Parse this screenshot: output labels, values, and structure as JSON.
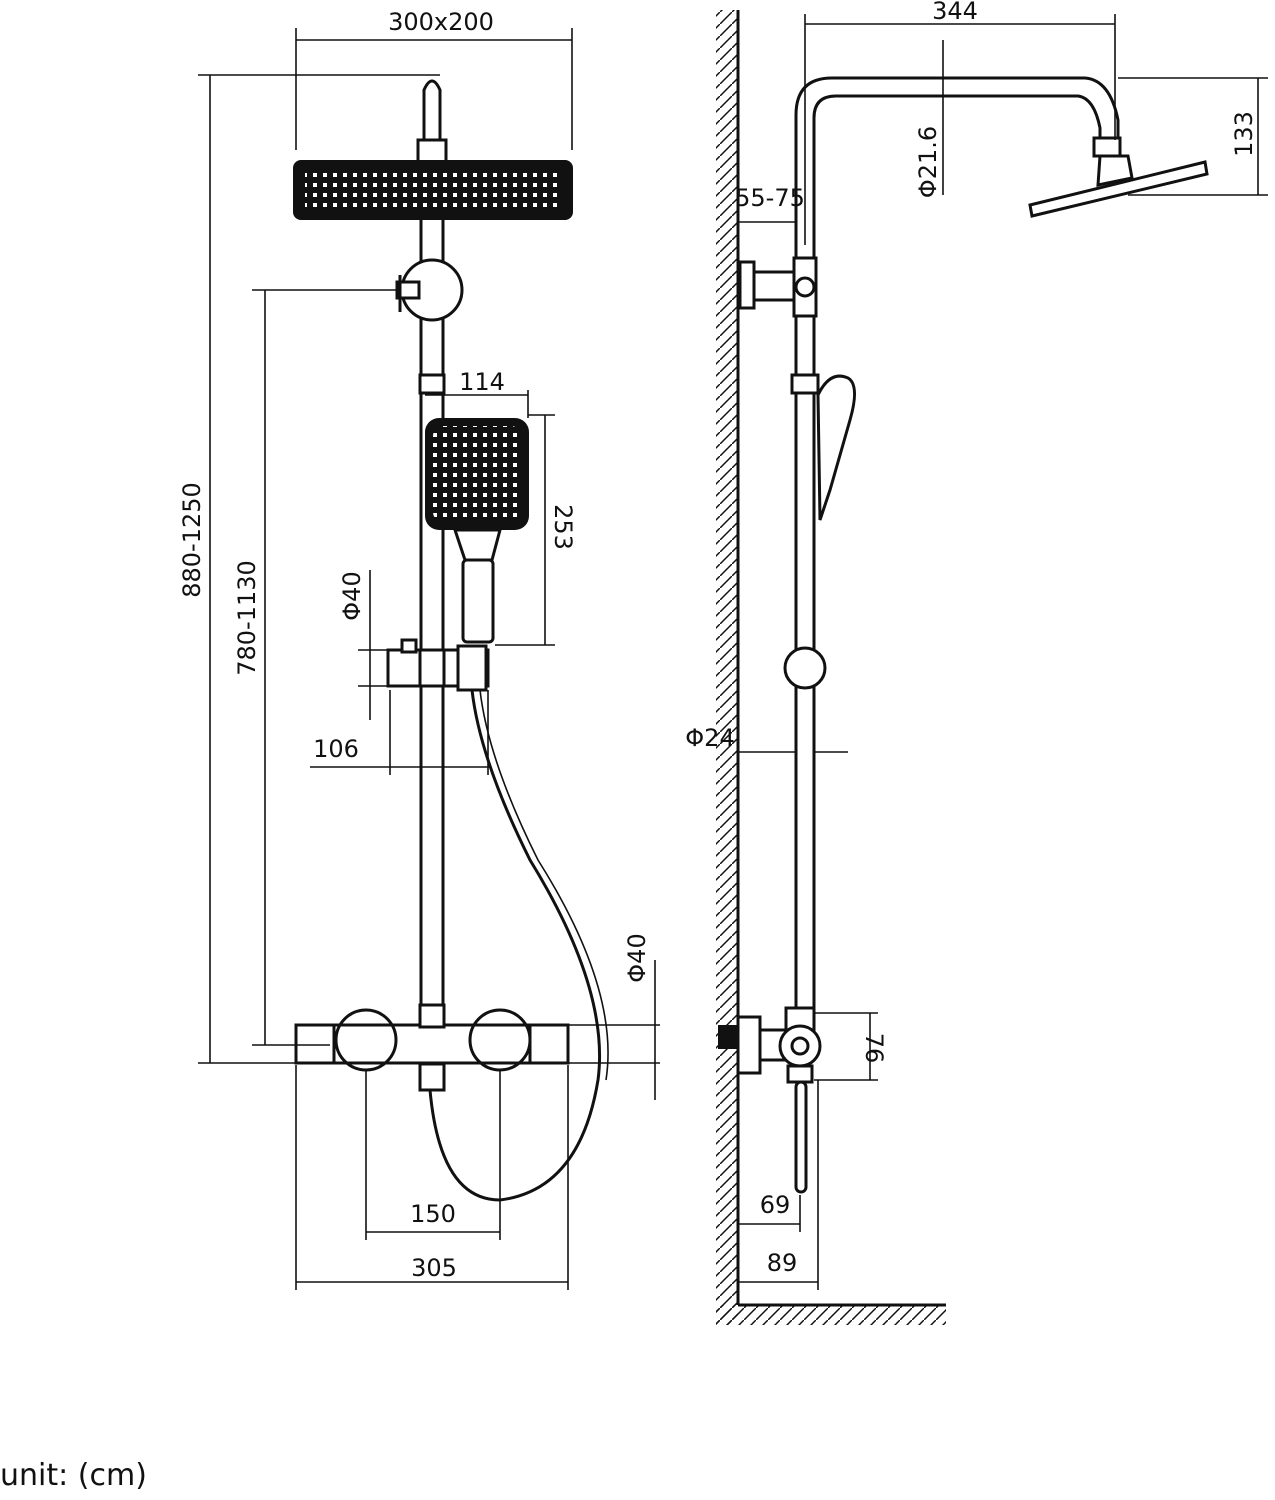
{
  "diagram": {
    "front_view": {
      "head_size": "300x200",
      "total_height": "880-1250",
      "slider_height": "780-1130",
      "hand_width": "114",
      "hand_length": "253",
      "holder_diameter": "Φ40",
      "holder_offset": "106",
      "valve_inlet_spacing": "150",
      "valve_width": "305",
      "valve_diameter": "Φ40"
    },
    "side_view": {
      "arm_reach": "344",
      "arm_drop": "133",
      "arm_diameter": "Φ21.6",
      "wall_gap": "55-75",
      "pipe_diameter": "Φ24",
      "valve_height": "76",
      "inlet_depth": "69",
      "valve_depth": "89"
    }
  },
  "footer": {
    "unit": "unit: (cm)"
  }
}
